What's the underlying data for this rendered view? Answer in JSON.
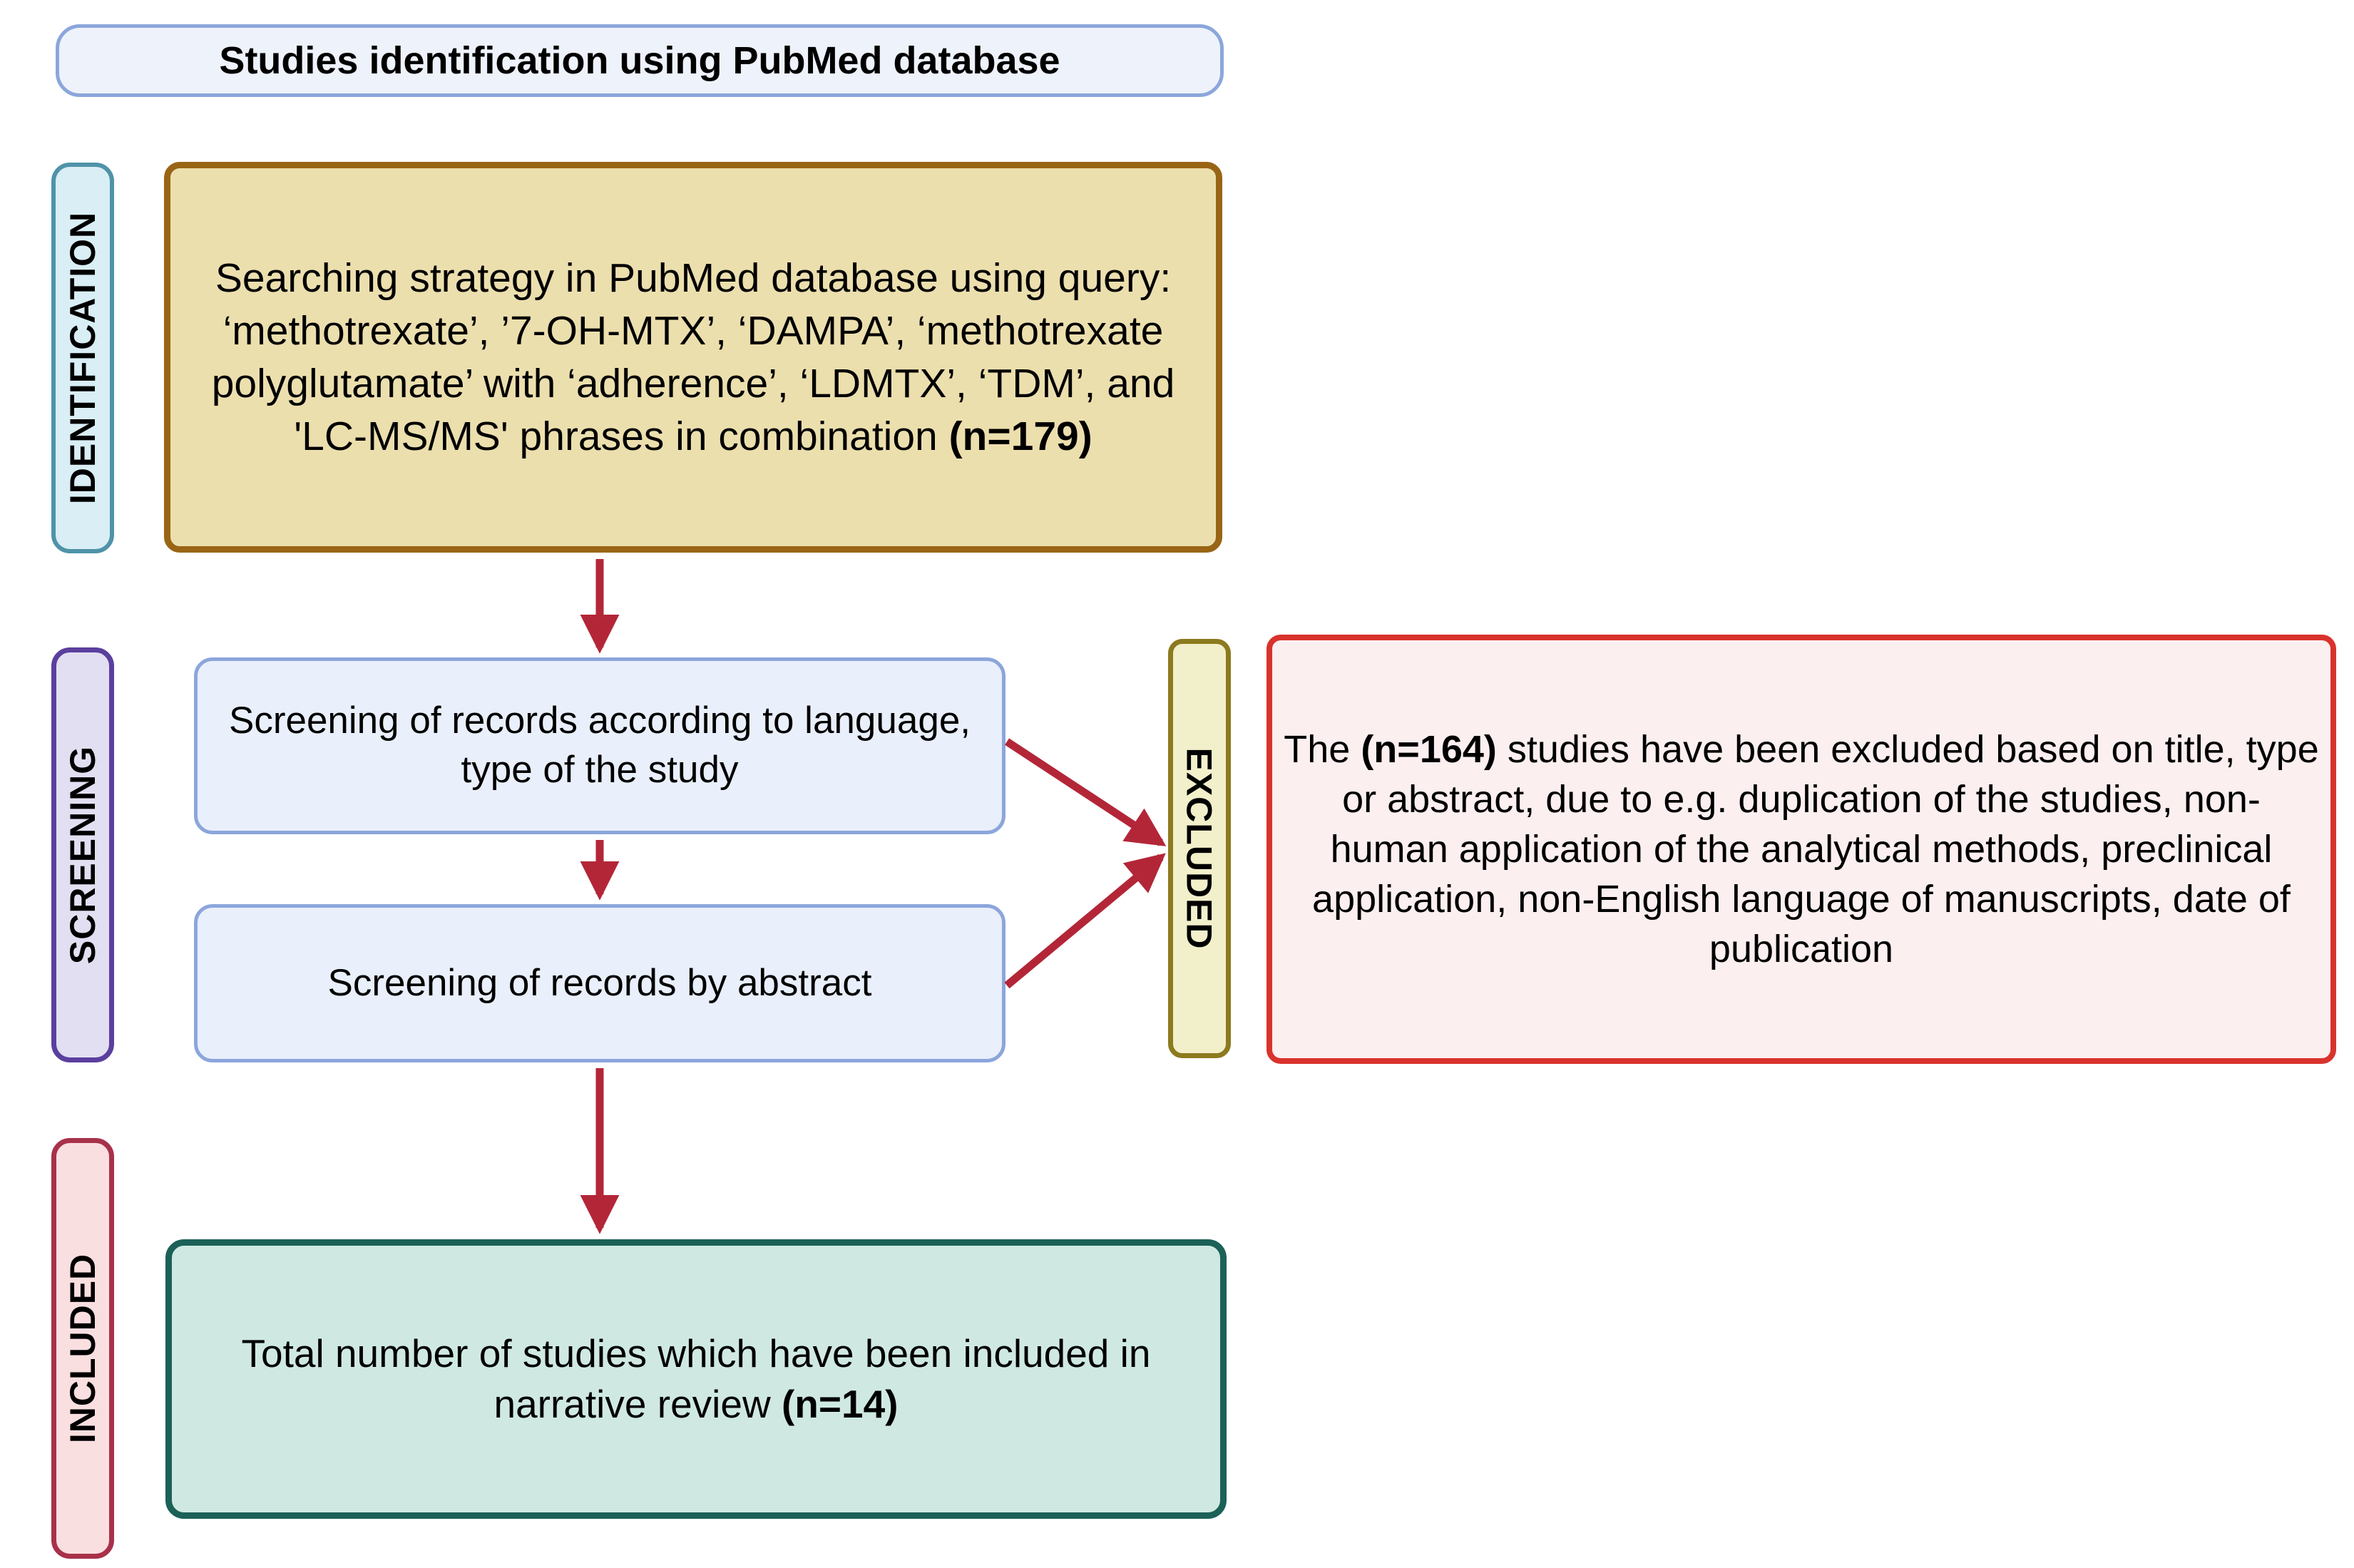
{
  "diagram": {
    "title": "Studies identification using PubMed database",
    "accent_colors": {
      "title_border": "#8ca6db",
      "title_fill": "#eef2fb",
      "identification_border": "#996515",
      "identification_fill": "#ecdfae",
      "screening_border": "#8ca6db",
      "screening_fill": "#e9effb",
      "included_border": "#1c6158",
      "included_fill": "#cfe9e2",
      "excluded_border": "#d9322c",
      "excluded_fill": "#fceff0",
      "arrow": "#b32638",
      "label_identification_border": "#4f93a8",
      "label_screening_border": "#5b3f9e",
      "label_included_border": "#a8314a",
      "label_excluded_border": "#8c7a1e"
    },
    "stage_labels": {
      "identification": "IDENTIFICATION",
      "screening": "SCREENING",
      "included": "INCLUDED",
      "excluded": "EXCLUDED"
    },
    "boxes": {
      "identification": {
        "text": "Searching strategy in PubMed database using query: ‘methotrexate’, ’7-OH-MTX’, ‘DAMPA’, ‘methotrexate polyglutamate’ with ‘adherence’, ‘LDMTX’, ‘TDM’, and 'LC-MS/MS' phrases in combination ",
        "count": "(n=179)"
      },
      "screening_1": {
        "text": "Screening of records according to language, type of the study"
      },
      "screening_2": {
        "text": "Screening of records by abstract"
      },
      "included": {
        "text": "Total number of studies which have been included in narrative review ",
        "count": "(n=14)"
      },
      "excluded": {
        "lead": "The ",
        "count": "(n=164)",
        "text": " studies have been excluded based on title, type or abstract, due to e.g. duplication of the studies, non-human application of the analytical methods, preclinical application, non-English language of manuscripts, date of publication"
      }
    }
  }
}
